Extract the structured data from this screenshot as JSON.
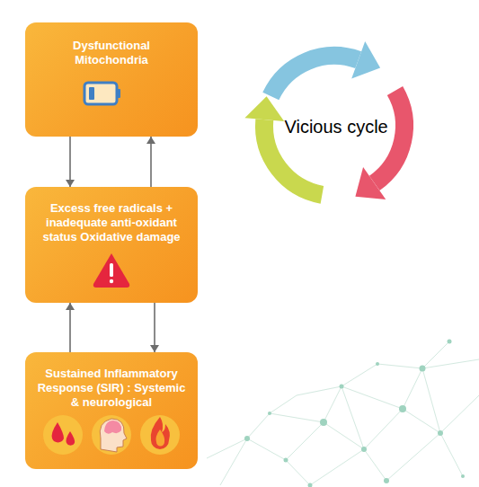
{
  "diagram": {
    "nodes": [
      {
        "text": [
          "Dysfunctional Mitochondria"
        ]
      },
      {
        "text": [
          "Excess free radicals + inadequate anti-oxidant status Oxidative damage"
        ]
      },
      {
        "text": [
          "Sustained Inflammatory Response (SIR) : Systemic & neurological"
        ]
      }
    ],
    "edges": [
      {
        "from": 0,
        "to": 1,
        "arrow": "to"
      },
      {
        "from": 1,
        "to": 0,
        "arrow": "to"
      },
      {
        "from": 2,
        "to": 1,
        "arrow": "to"
      },
      {
        "from": 1,
        "to": 2,
        "arrow": "to"
      }
    ],
    "labels": [
      "Vicious cycle"
    ]
  }
}
